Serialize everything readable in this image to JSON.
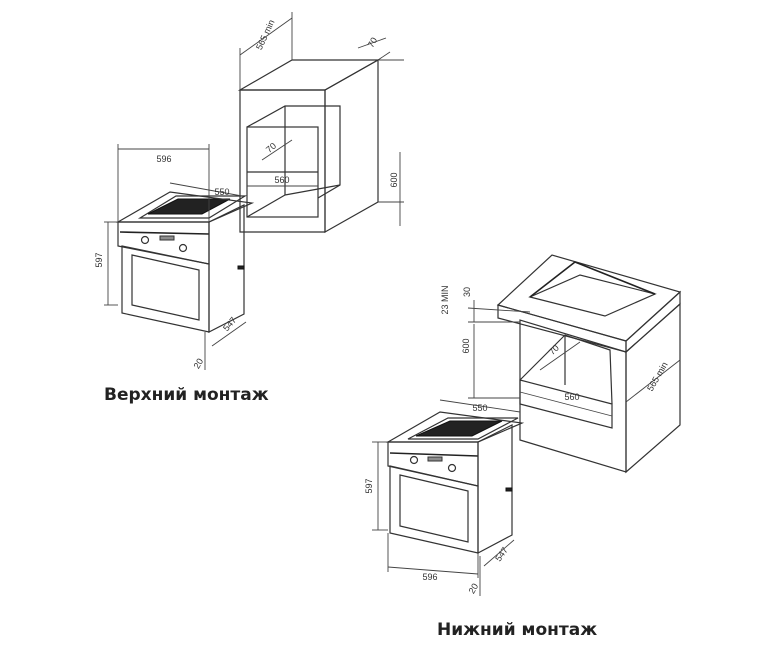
{
  "top_mount": {
    "caption": "Верхний монтаж",
    "cabinet": {
      "depth": "565 min",
      "side": "70",
      "inner_depth": "70",
      "inner_width": "560",
      "height": "600"
    },
    "oven": {
      "width": "596",
      "depth_top": "550",
      "height": "597",
      "depth": "547",
      "offset": "20"
    }
  },
  "bottom_mount": {
    "caption": "Нижний монтаж",
    "cabinet": {
      "gap_top": "30",
      "min_gap": "23 MIN",
      "height": "600",
      "inner_depth": "70",
      "inner_width": "560",
      "depth": "565 min"
    },
    "oven": {
      "depth_top": "550",
      "height": "597",
      "width": "596",
      "depth": "547",
      "offset": "20"
    }
  }
}
